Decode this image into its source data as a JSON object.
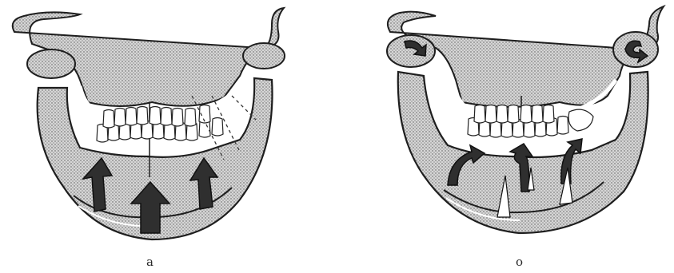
{
  "figure": {
    "panels": [
      {
        "label": "a",
        "arrows": "upward-force",
        "joint": "condyle"
      },
      {
        "label": "o",
        "arrows": "rotational-force",
        "joint": "condyle"
      }
    ],
    "colors": {
      "bone_fill": "#d2d2d2",
      "stipple": "#555555",
      "outline": "#1e1e1e",
      "arrow": "#2f2f2f",
      "tooth": "#ffffff"
    }
  }
}
